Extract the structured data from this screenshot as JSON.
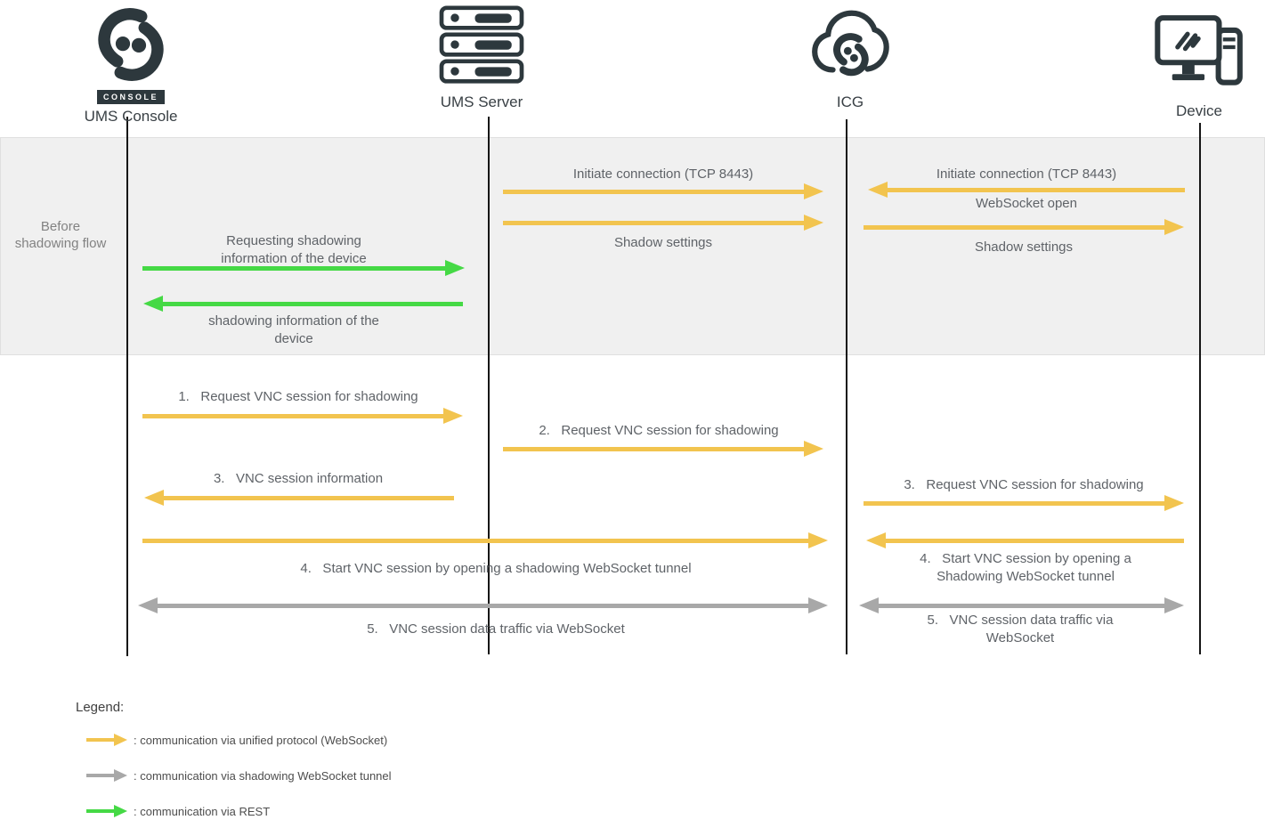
{
  "actors": {
    "console": {
      "label": "UMS Console",
      "badge": "CONSOLE"
    },
    "server": {
      "label": "UMS Server"
    },
    "icg": {
      "label": "ICG"
    },
    "device": {
      "label": "Device"
    }
  },
  "band": {
    "label": "Before shadowing flow"
  },
  "pre": {
    "init_server_icg": "Initiate connection (TCP 8443)",
    "shadow_settings_left": "Shadow settings",
    "init_device_icg": "Initiate connection (TCP 8443)",
    "websocket_open": "WebSocket open",
    "shadow_settings_right": "Shadow settings",
    "request_info": "Requesting shadowing information of the device",
    "response_info": "shadowing information of the device"
  },
  "steps": {
    "s1": "1.   Request VNC session for shadowing",
    "s2": "2.   Request VNC session for shadowing",
    "s3_left": "3.   VNC session information",
    "s3_right": "3.   Request VNC session for shadowing",
    "s4_long": "4.   Start VNC session by opening a shadowing WebSocket tunnel",
    "s4_right": "4.   Start VNC session by opening a Shadowing WebSocket tunnel",
    "s5_long": "5.   VNC session data traffic via WebSocket",
    "s5_right": "5.   VNC session data traffic via WebSocket"
  },
  "legend": {
    "title": "Legend:",
    "items": [
      {
        "label": ": communication via unified protocol (WebSocket)",
        "type": "unified-protocol-websocket",
        "color": "#F2C44F"
      },
      {
        "label": ": communication via shadowing WebSocket tunnel",
        "type": "shadowing-websocket-tunnel",
        "color": "#A8A8A8"
      },
      {
        "label": ": communication via REST",
        "type": "rest",
        "color": "#45D945"
      }
    ]
  },
  "colors": {
    "unified_protocol": "#F2C44F",
    "shadow_tunnel": "#A8A8A8",
    "rest": "#45D945",
    "band_background": "#F0F0F0",
    "icon": "#2D383D"
  }
}
